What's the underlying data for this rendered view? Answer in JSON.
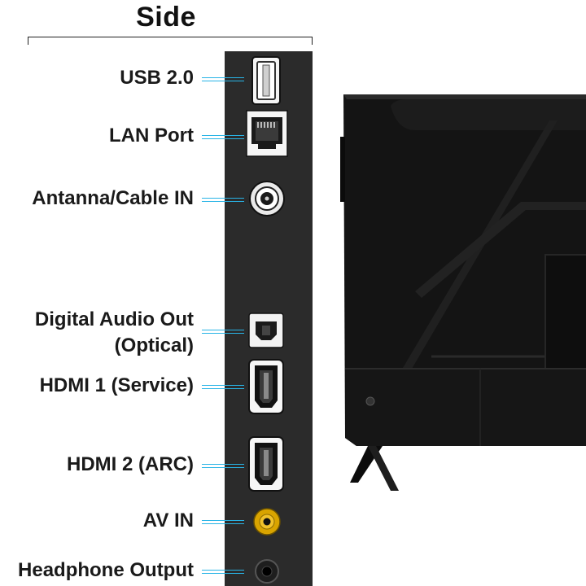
{
  "title": "Side",
  "ports": [
    {
      "id": "usb",
      "label": "USB 2.0"
    },
    {
      "id": "lan",
      "label": "LAN Port"
    },
    {
      "id": "antenna",
      "label": "Antanna/Cable IN"
    },
    {
      "id": "optical",
      "label_line1": "Digital Audio Out",
      "label_line2": "(Optical)"
    },
    {
      "id": "hdmi1",
      "label": "HDMI 1 (Service)"
    },
    {
      "id": "hdmi2",
      "label": "HDMI 2 (ARC)"
    },
    {
      "id": "av",
      "label": "AV IN"
    },
    {
      "id": "headphone",
      "label": "Headphone  Output"
    }
  ],
  "colors": {
    "leader": "#29b4e6",
    "panel": "#2b2b2b",
    "av_jack": "#d9a400"
  }
}
